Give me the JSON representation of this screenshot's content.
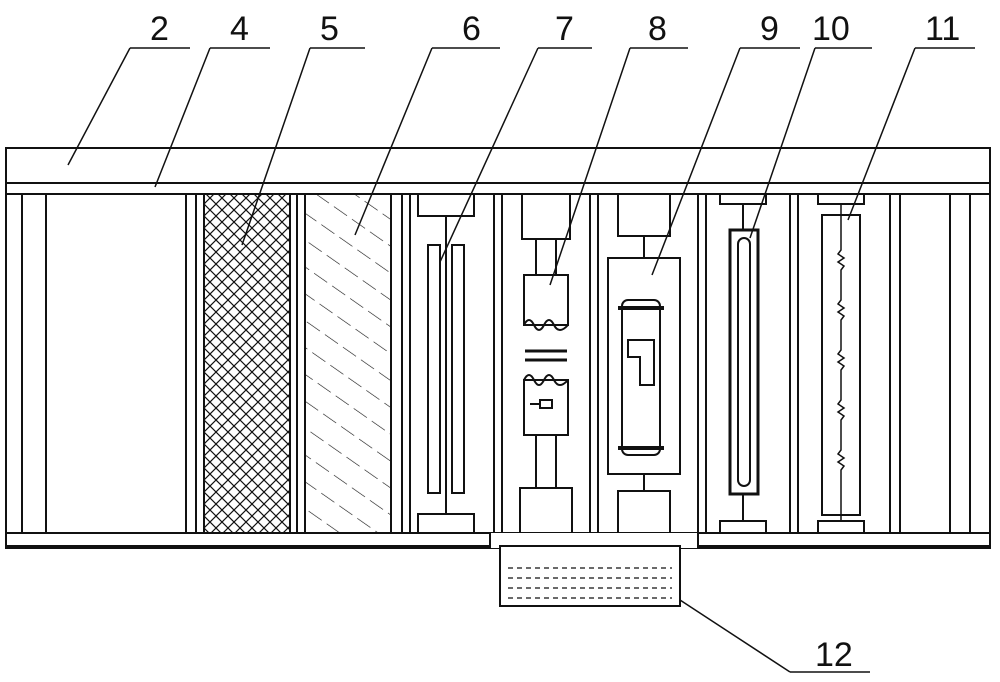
{
  "labels": {
    "l2": "2",
    "l4": "4",
    "l5": "5",
    "l6": "6",
    "l7": "7",
    "l8": "8",
    "l9": "9",
    "l10": "10",
    "l11": "11",
    "l12": "12"
  },
  "colors": {
    "line": "#111111",
    "background": "#ffffff"
  }
}
